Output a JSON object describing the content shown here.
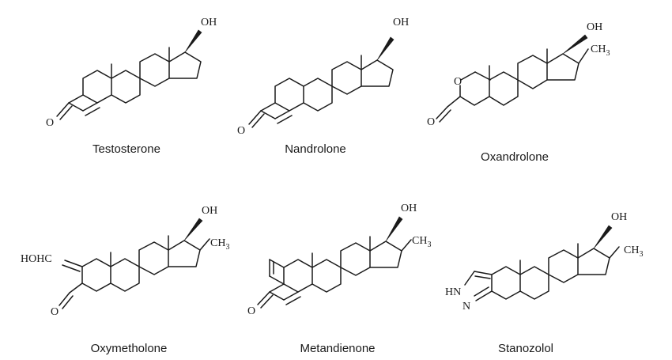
{
  "molecules": [
    {
      "name": "Testosterone",
      "labels": {
        "oh": "OH",
        "o": "O"
      }
    },
    {
      "name": "Nandrolone",
      "labels": {
        "oh": "OH",
        "o": "O"
      }
    },
    {
      "name": "Oxandrolone",
      "labels": {
        "oh": "OH",
        "ch": "CH",
        "three": "3",
        "ring_o": "O",
        "o": "O"
      }
    },
    {
      "name": "Oxymetholone",
      "labels": {
        "oh": "OH",
        "ch": "CH",
        "three": "3",
        "hohc": "HOHC",
        "o": "O"
      }
    },
    {
      "name": "Metandienone",
      "labels": {
        "oh": "OH",
        "ch": "CH",
        "three": "3",
        "o": "O"
      }
    },
    {
      "name": "Stanozolol",
      "labels": {
        "oh": "OH",
        "ch": "CH",
        "three": "3",
        "hn": "HN",
        "n": "N"
      }
    }
  ]
}
